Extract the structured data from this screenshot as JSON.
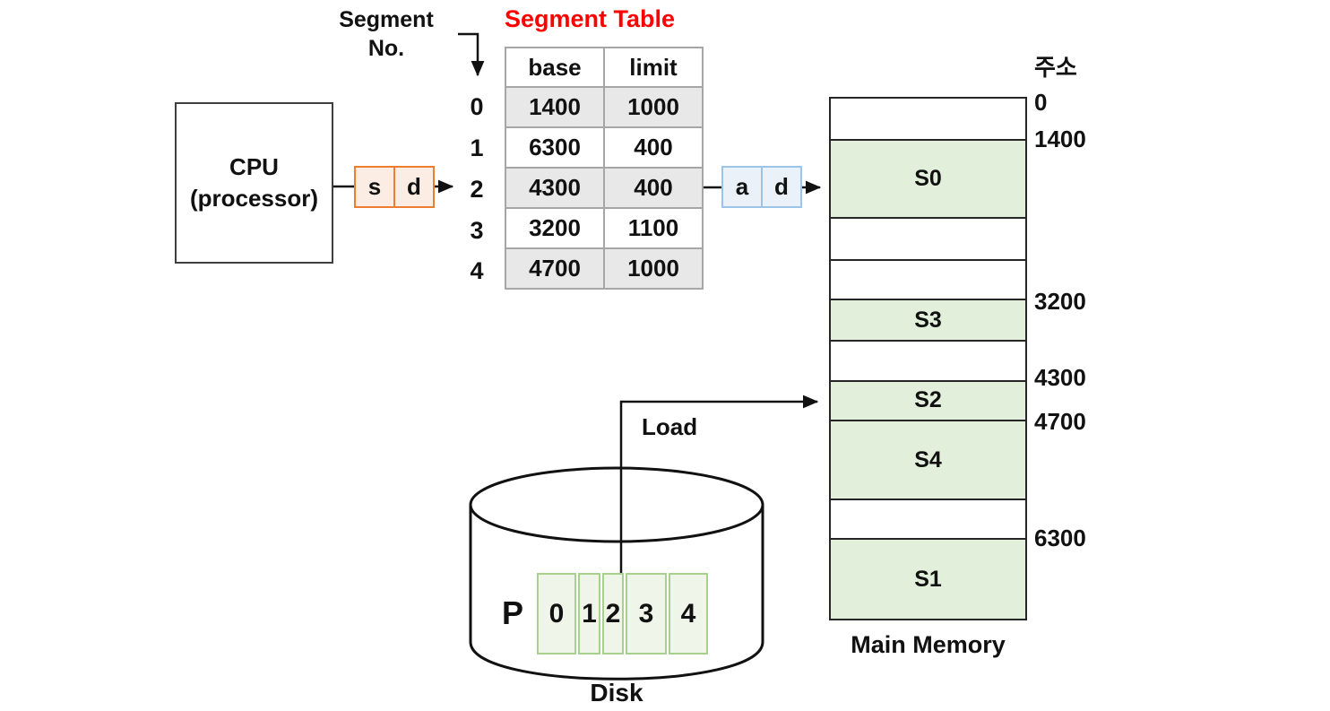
{
  "diagram": {
    "type": "os-segmentation-memory-diagram",
    "colors": {
      "title_red": "#FF0000",
      "logical_register_border": "#ED7D31",
      "logical_register_fill": "#FCEDE4",
      "physical_register_border": "#9DC3E6",
      "physical_register_fill": "#EAF1F9",
      "segment_fill_green": "#E2EFDA",
      "disk_cell_border": "#A9D18E",
      "disk_cell_fill": "#EFF5E9",
      "table_shaded_row": "#E9E8E8",
      "table_border": "#A6A6A6"
    }
  },
  "cpu": {
    "line1": "CPU",
    "line2": "(processor)"
  },
  "logical_address": {
    "cells": [
      "s",
      "d"
    ]
  },
  "segment_no_label": {
    "line1": "Segment",
    "line2": "No."
  },
  "segment_numbers": [
    "0",
    "1",
    "2",
    "3",
    "4"
  ],
  "segment_table": {
    "title": "Segment Table",
    "headers": [
      "base",
      "limit"
    ],
    "rows": [
      {
        "base": "1400",
        "limit": "1000"
      },
      {
        "base": "6300",
        "limit": "400"
      },
      {
        "base": "4300",
        "limit": "400"
      },
      {
        "base": "3200",
        "limit": "1100"
      },
      {
        "base": "4700",
        "limit": "1000"
      }
    ]
  },
  "physical_address": {
    "cells": [
      "a",
      "d"
    ]
  },
  "main_memory": {
    "label": "Main Memory",
    "address_header": "주소",
    "addresses": [
      "0",
      "1400",
      "3200",
      "4300",
      "4700",
      "6300"
    ],
    "segments": [
      {
        "label": ""
      },
      {
        "label": "S0"
      },
      {
        "label": ""
      },
      {
        "label": ""
      },
      {
        "label": "S3"
      },
      {
        "label": ""
      },
      {
        "label": "S2"
      },
      {
        "label": "S4"
      },
      {
        "label": ""
      },
      {
        "label": "S1"
      }
    ]
  },
  "disk": {
    "label": "Disk",
    "process_label": "P",
    "cells": [
      "0",
      "1",
      "2",
      "3",
      "4"
    ]
  },
  "load_label": "Load"
}
